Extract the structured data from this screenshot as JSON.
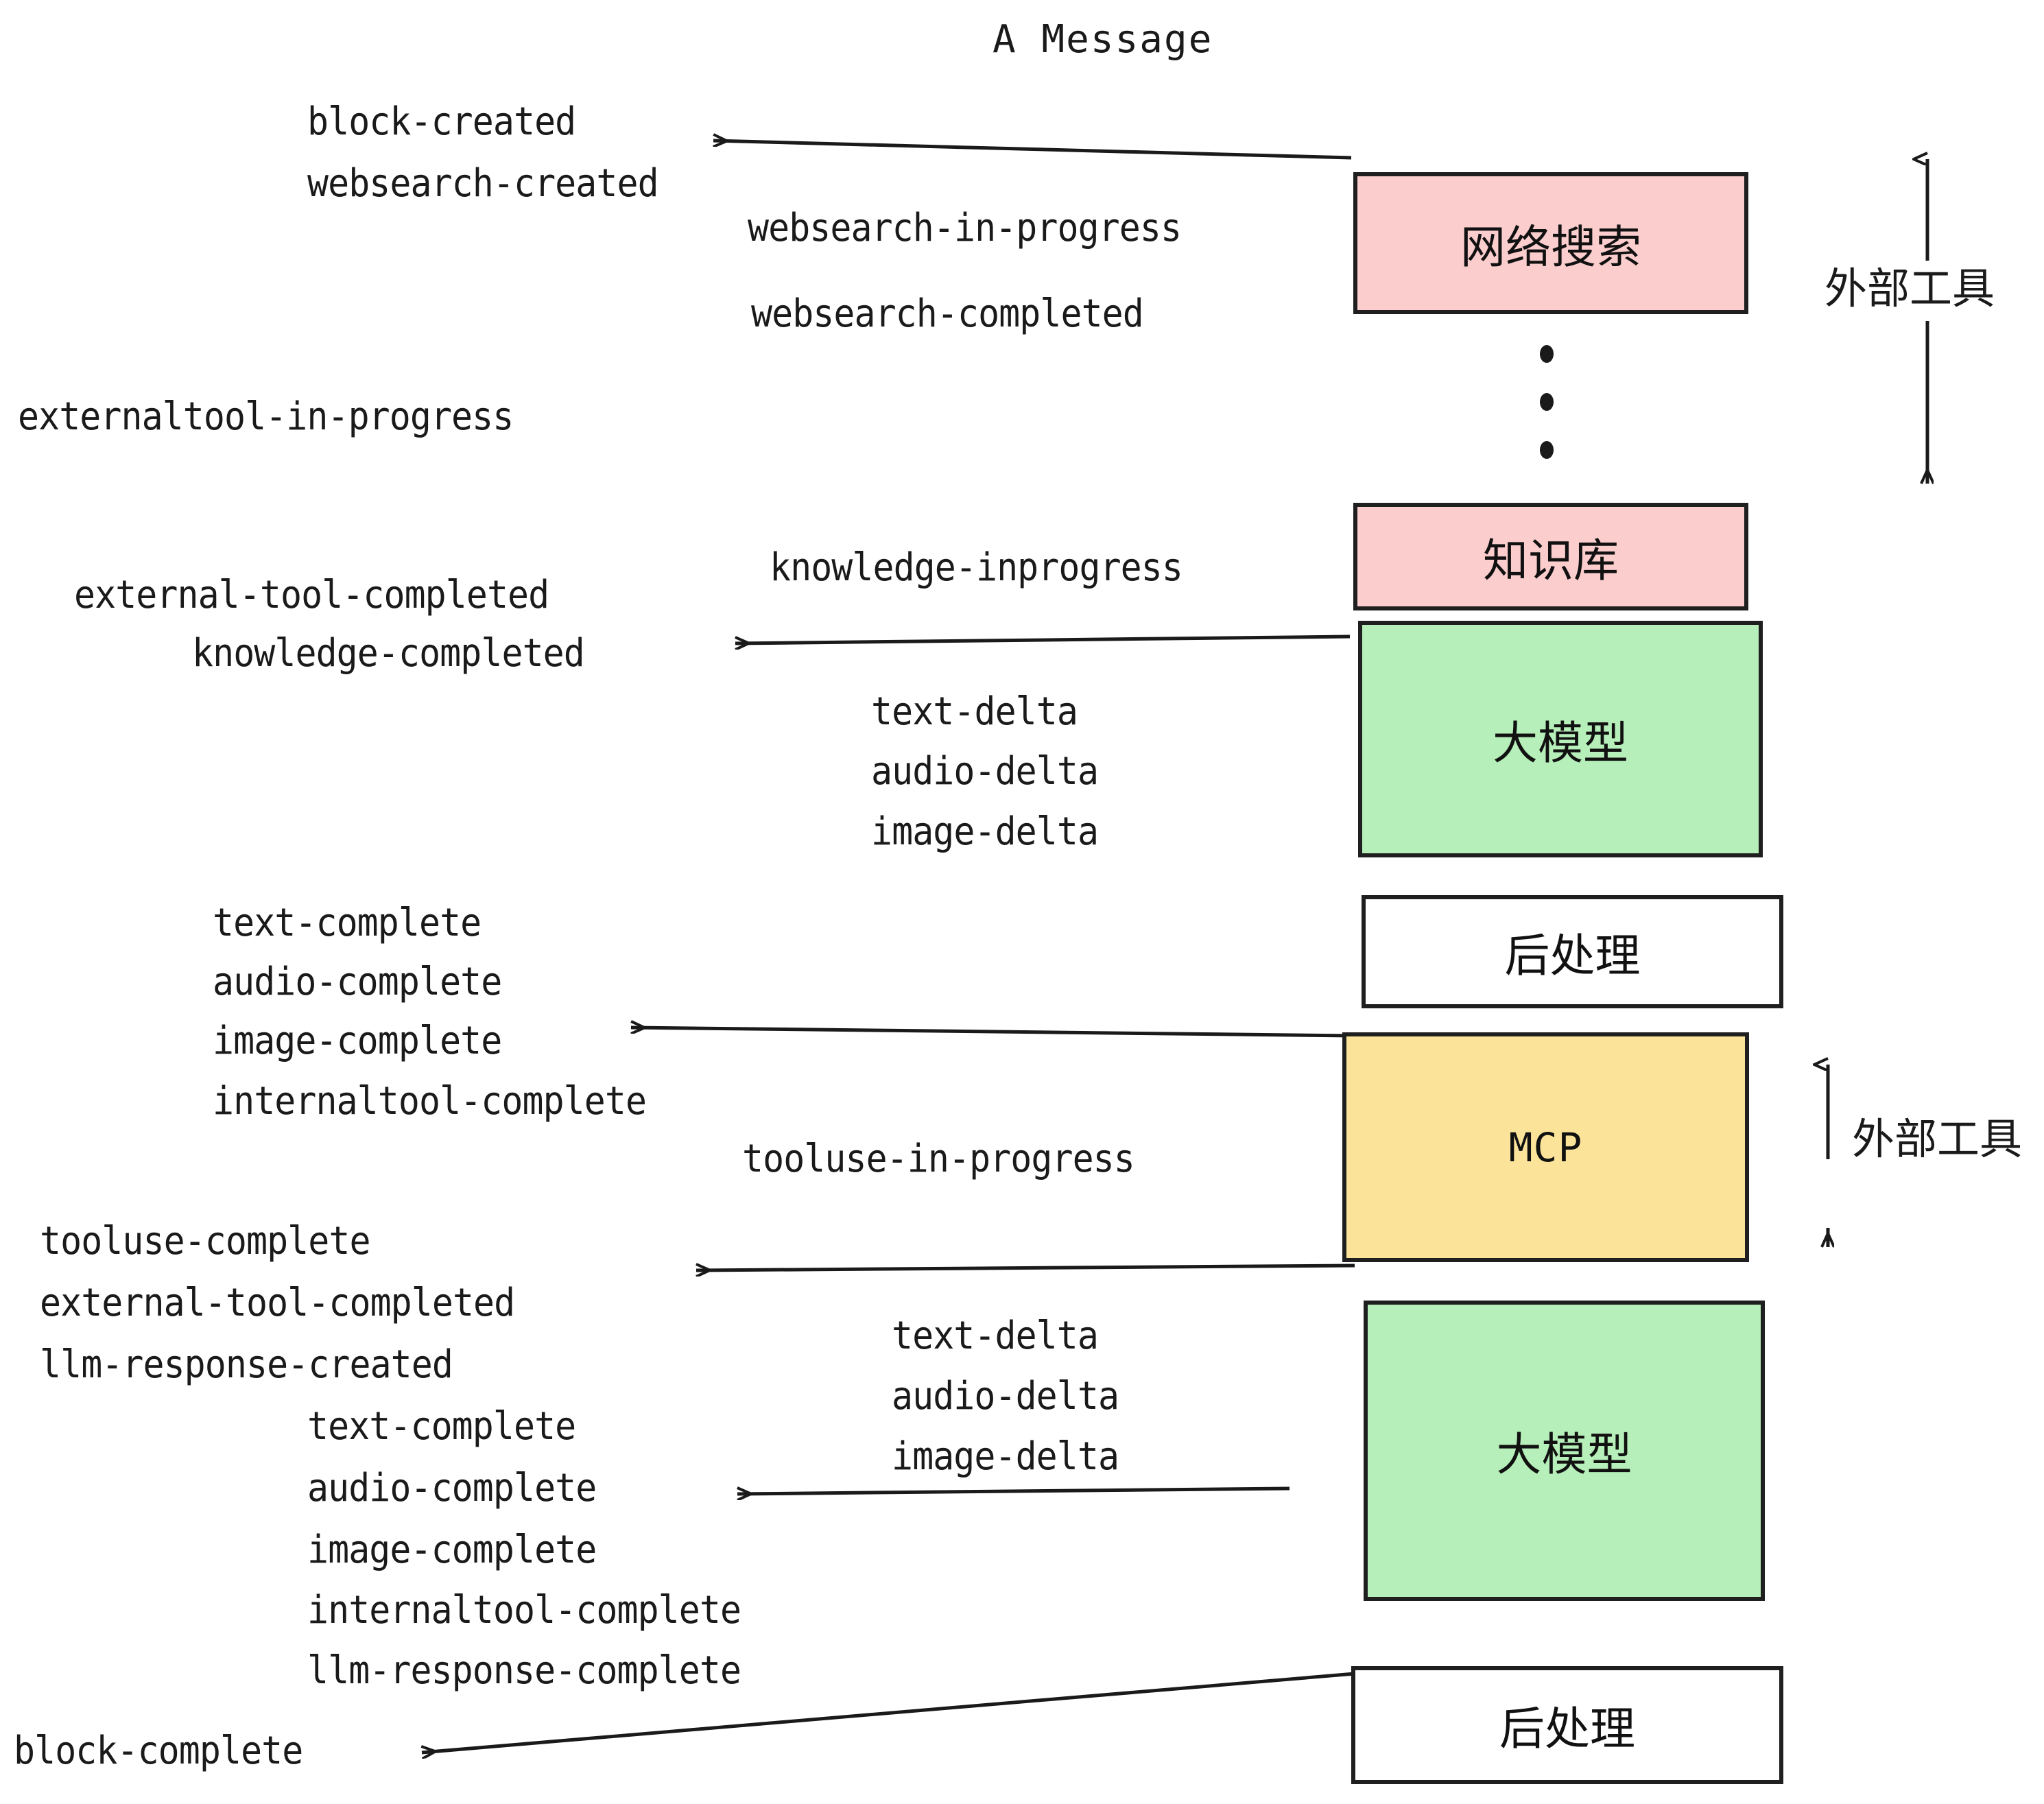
{
  "title": "A Message",
  "colors": {
    "pink": "#fbcdcd",
    "green": "#b6efb9",
    "yellow": "#fbe49a",
    "white": "#ffffff",
    "stroke": "#1f1f1f",
    "text": "#1a1a1a"
  },
  "boxes": [
    {
      "id": "websearch",
      "label": "网络搜索",
      "fill": "#fbcdcd"
    },
    {
      "id": "knowledge",
      "label": "知识库",
      "fill": "#fbcdcd"
    },
    {
      "id": "llm-1",
      "label": "大模型",
      "fill": "#b6efb9"
    },
    {
      "id": "postprocess-1",
      "label": "后处理",
      "fill": "#ffffff"
    },
    {
      "id": "mcp",
      "label": "MCP",
      "fill": "#fbe49a"
    },
    {
      "id": "llm-2",
      "label": "大模型",
      "fill": "#b6efb9"
    },
    {
      "id": "postprocess-2",
      "label": "后处理",
      "fill": "#ffffff"
    }
  ],
  "side_annotations": [
    {
      "id": "external-tool-top",
      "label": "外部工具"
    },
    {
      "id": "external-tool-bottom",
      "label": "外部工具"
    }
  ],
  "events": {
    "block_created": "block-created",
    "websearch_created": "websearch-created",
    "websearch_in_progress": "websearch-in-progress",
    "websearch_completed": "websearch-completed",
    "externaltool_in_progress": "externaltool-in-progress",
    "knowledge_inprogress": "knowledge-inprogress",
    "external_tool_completed_1": "external-tool-completed",
    "knowledge_completed": "knowledge-completed",
    "text_delta_1": "text-delta",
    "audio_delta_1": "audio-delta",
    "image_delta_1": "image-delta",
    "text_complete_1": "text-complete",
    "audio_complete_1": "audio-complete",
    "image_complete_1": "image-complete",
    "internaltool_complete_1": "internaltool-complete",
    "tooluse_in_progress": "tooluse-in-progress",
    "tooluse_complete": "tooluse-complete",
    "external_tool_completed_2": "external-tool-completed",
    "llm_response_created": "llm-response-created",
    "text_delta_2": "text-delta",
    "audio_delta_2": "audio-delta",
    "image_delta_2": "image-delta",
    "text_complete_2": "text-complete",
    "audio_complete_2": "audio-complete",
    "image_complete_2": "image-complete",
    "internaltool_complete_2": "internaltool-complete",
    "llm_response_complete": "llm-response-complete",
    "block_complete": "block-complete"
  }
}
